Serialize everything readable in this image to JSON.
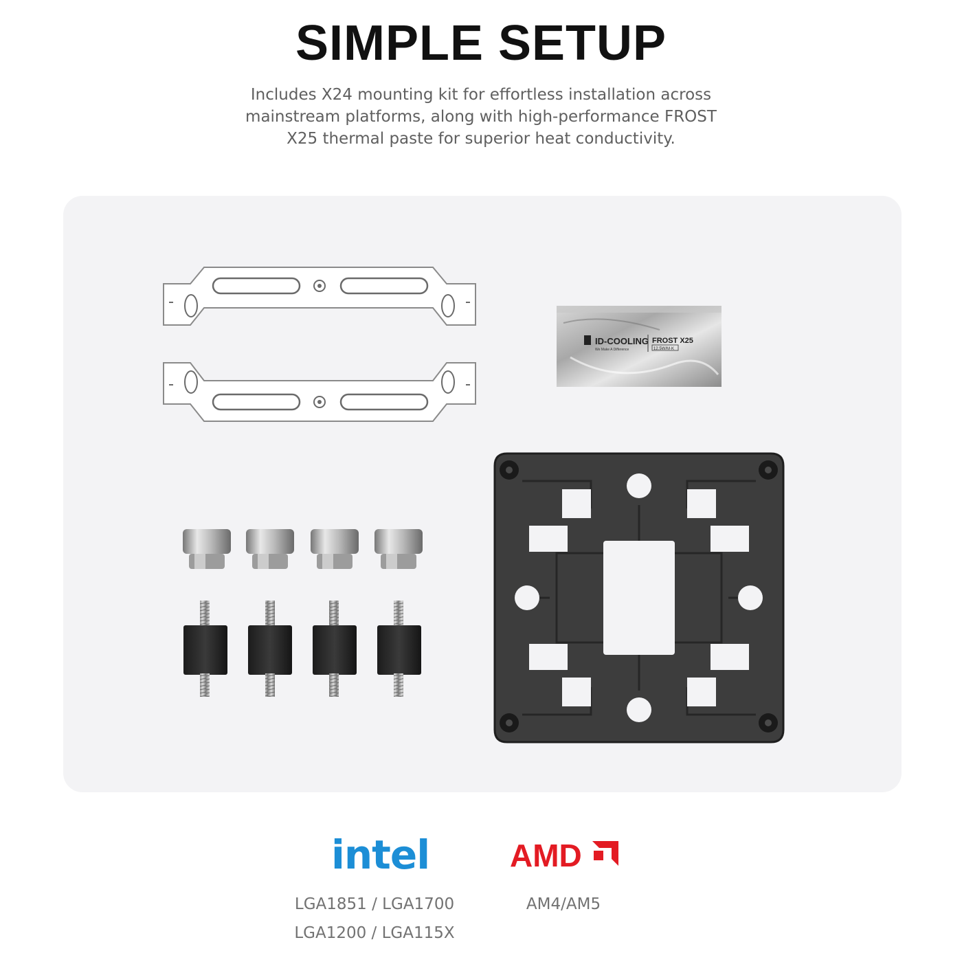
{
  "header": {
    "title": "SIMPLE SETUP",
    "subtitle_lines": [
      "Includes X24 mounting kit for effortless installation across",
      "mainstream platforms, along with high-performance FROST",
      "X25 thermal paste for superior heat conductivity."
    ]
  },
  "paste_packet": {
    "brand": "ID-COOLING",
    "tagline": "We Make A Difference",
    "product": "FROST X25",
    "spec": "12.5W/M·K"
  },
  "platforms": {
    "intel": {
      "logo_text": "intel",
      "sockets": [
        "LGA1851 / LGA1700",
        "LGA1200 / LGA115X"
      ],
      "color": "#1c8ed6"
    },
    "amd": {
      "logo_text": "AMD",
      "sockets": [
        "AM4/AM5"
      ],
      "color": "#e31b23"
    }
  },
  "icons": [
    "mounting-bar-icon",
    "thermal-paste-icon",
    "thumb-nut-icon",
    "standoff-icon",
    "backplate-icon",
    "amd-arrow-icon"
  ]
}
